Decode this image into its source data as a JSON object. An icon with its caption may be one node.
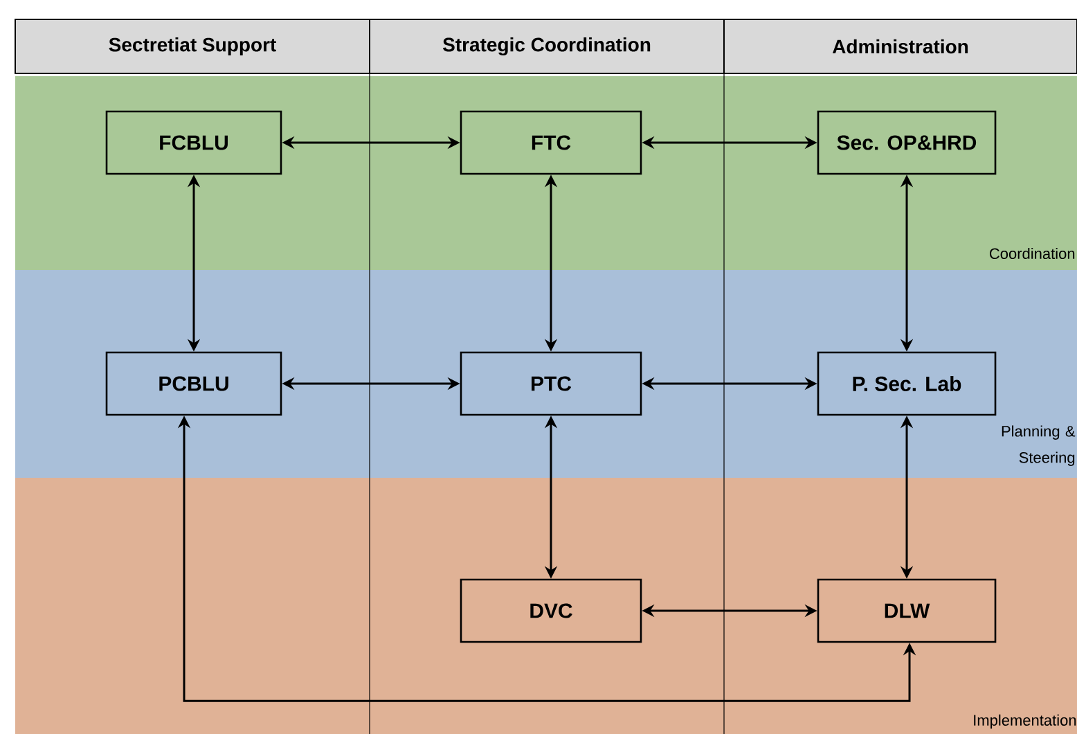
{
  "diagram": {
    "nodes": [
      {
        "text": [
          "FCBLU"
        ]
      },
      {
        "text": [
          "FTC"
        ]
      },
      {
        "text": [
          "Sec. OP&HRD"
        ]
      },
      {
        "text": [
          "PCBLU"
        ]
      },
      {
        "text": [
          "PTC"
        ]
      },
      {
        "text": [
          "P. Sec. Lab"
        ]
      },
      {
        "text": [
          "DVC"
        ]
      },
      {
        "text": [
          "DLW"
        ]
      }
    ],
    "edges": [
      {
        "from": 0,
        "to": 1,
        "arrow": "both"
      },
      {
        "from": 1,
        "to": 2,
        "arrow": "both"
      },
      {
        "from": 0,
        "to": 3,
        "arrow": "both"
      },
      {
        "from": 1,
        "to": 4,
        "arrow": "both"
      },
      {
        "from": 2,
        "to": 5,
        "arrow": "both"
      },
      {
        "from": 3,
        "to": 4,
        "arrow": "both"
      },
      {
        "from": 4,
        "to": 5,
        "arrow": "both"
      },
      {
        "from": 4,
        "to": 6,
        "arrow": "both"
      },
      {
        "from": 5,
        "to": 7,
        "arrow": "both"
      },
      {
        "from": 6,
        "to": 7,
        "arrow": "both"
      },
      {
        "from": 3,
        "to": 7,
        "arrow": "both"
      }
    ],
    "labels": [
      "Sectretiat Support",
      "Strategic Coordination",
      "Administration",
      "Coordination",
      "Planning & Steering",
      "Implementation"
    ]
  }
}
